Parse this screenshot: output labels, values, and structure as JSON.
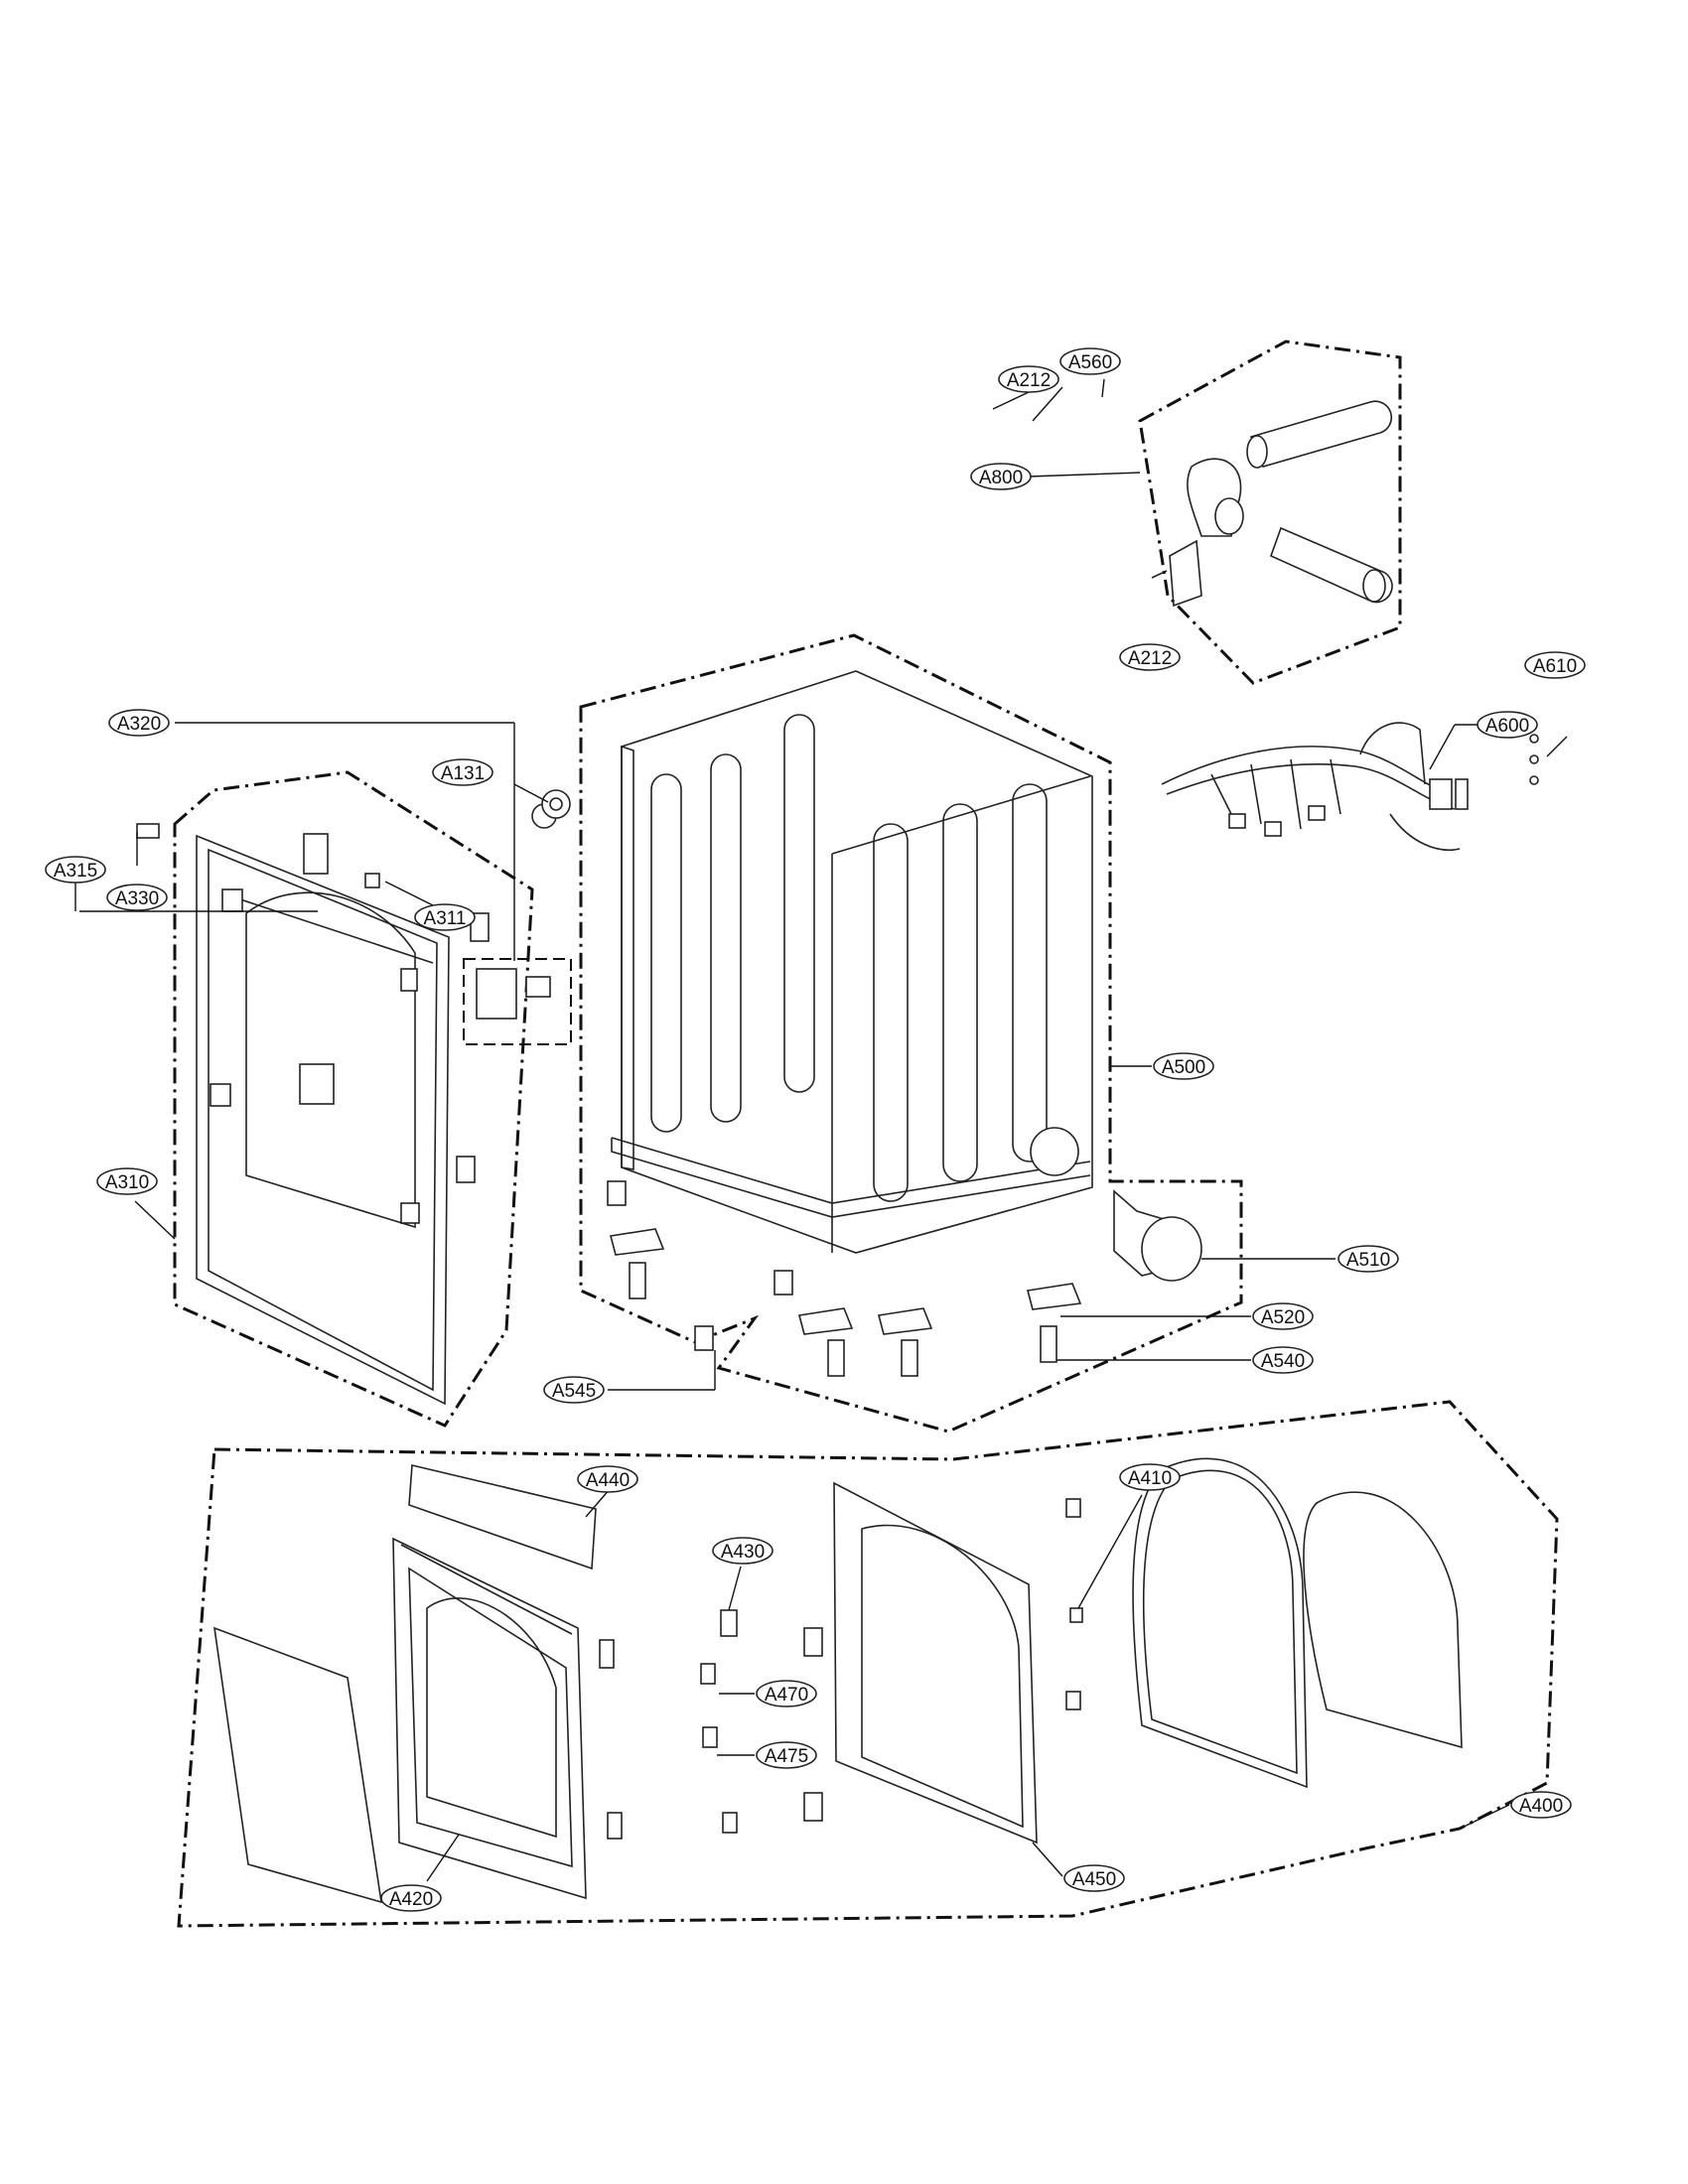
{
  "callouts": {
    "a800": "A800",
    "a212_top": "A212",
    "a560": "A560",
    "a212_right": "A212",
    "a610": "A610",
    "a600": "A600",
    "a320": "A320",
    "a131": "A131",
    "a315": "A315",
    "a330": "A330",
    "a311": "A311",
    "a500": "A500",
    "a310": "A310",
    "a510": "A510",
    "a520": "A520",
    "a540": "A540",
    "a545": "A545",
    "a440": "A440",
    "a410": "A410",
    "a430": "A430",
    "a470": "A470",
    "a475": "A475",
    "a400": "A400",
    "a450": "A450",
    "a420": "A420"
  }
}
